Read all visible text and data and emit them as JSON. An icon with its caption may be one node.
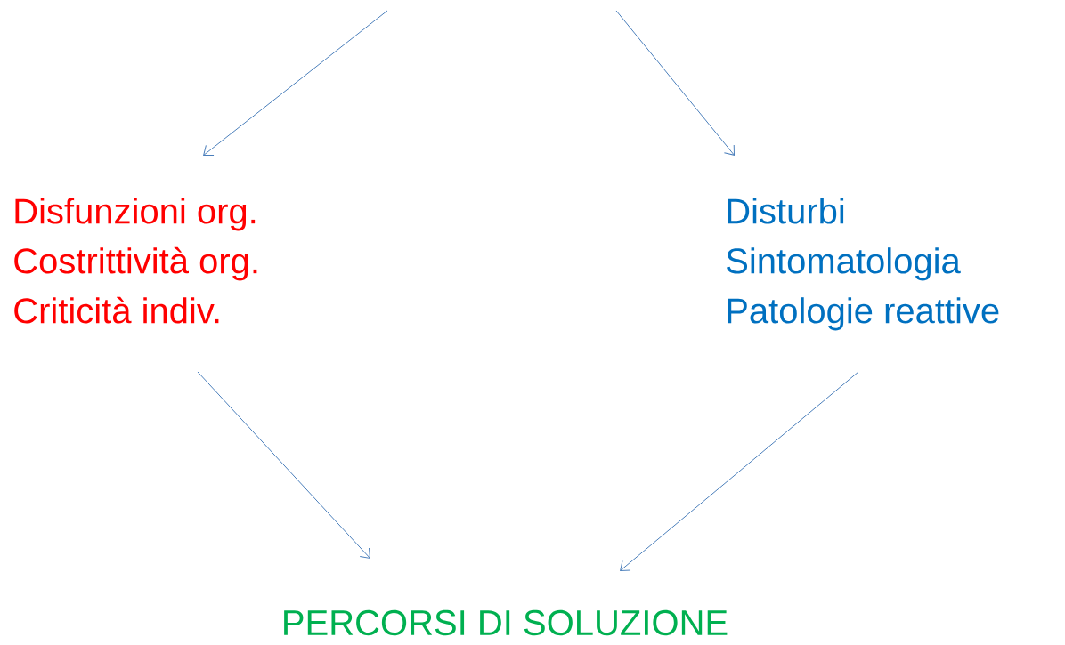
{
  "diagram": {
    "nodes": [
      {
        "text": [
          "Disfunzioni org.",
          "Costrittività org.",
          "Criticità indiv."
        ]
      },
      {
        "text": [
          "Disturbi",
          "Sintomatologia",
          "Patologie reattive"
        ]
      },
      {
        "text": [
          "PERCORSI DI SOLUZIONE"
        ]
      }
    ],
    "edges": [
      {
        "from": null,
        "to": 0,
        "arrow": "to"
      },
      {
        "from": null,
        "to": 1,
        "arrow": "to"
      },
      {
        "from": 0,
        "to": 2,
        "arrow": "to"
      },
      {
        "from": 1,
        "to": 2,
        "arrow": "to"
      }
    ]
  }
}
